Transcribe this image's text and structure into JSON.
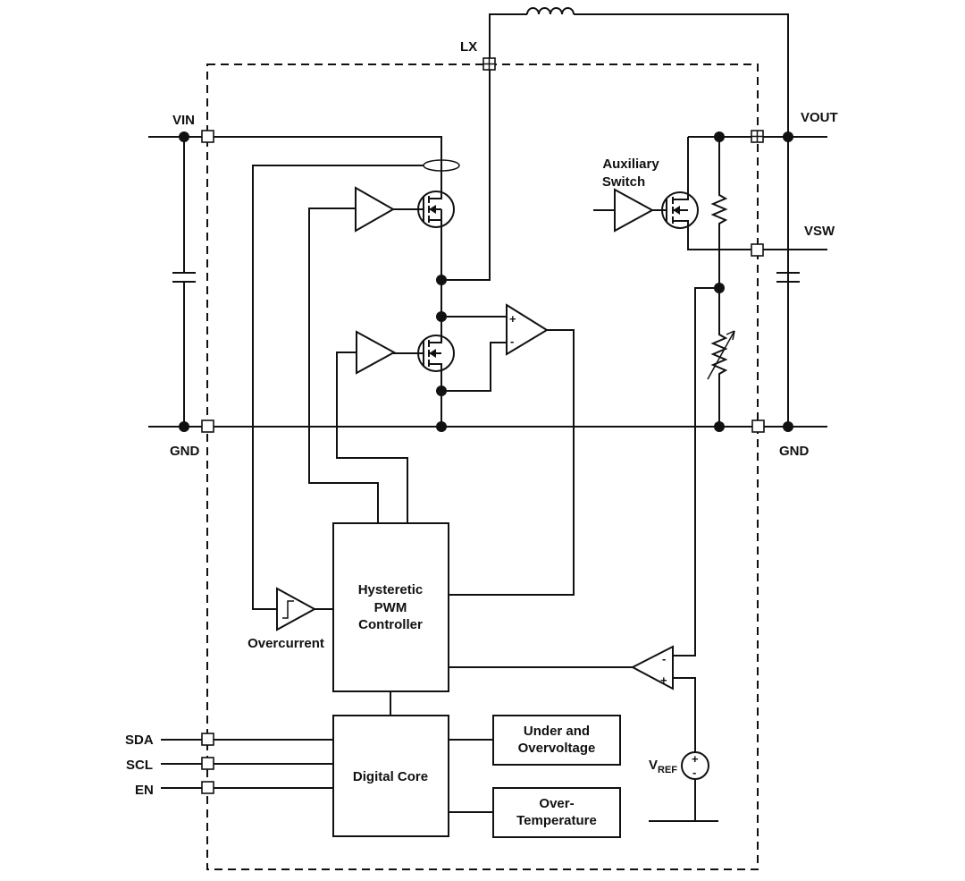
{
  "pins": {
    "lx": "LX",
    "vin": "VIN",
    "vout": "VOUT",
    "vsw": "VSW",
    "gnd_left": "GND",
    "gnd_right": "GND",
    "sda": "SDA",
    "scl": "SCL",
    "en": "EN"
  },
  "labels": {
    "aux_line1": "Auxiliary",
    "aux_line2": "Switch",
    "overcurrent": "Overcurrent",
    "vref_main": "V",
    "vref_sub": "REF"
  },
  "blocks": {
    "pwm_line1": "Hysteretic",
    "pwm_line2": "PWM",
    "pwm_line3": "Controller",
    "digital_core": "Digital Core",
    "uv_line1": "Under and",
    "uv_line2": "Overvoltage",
    "ot_line1": "Over-",
    "ot_line2": "Temperature"
  },
  "signs": {
    "plus": "+",
    "minus": "-"
  }
}
